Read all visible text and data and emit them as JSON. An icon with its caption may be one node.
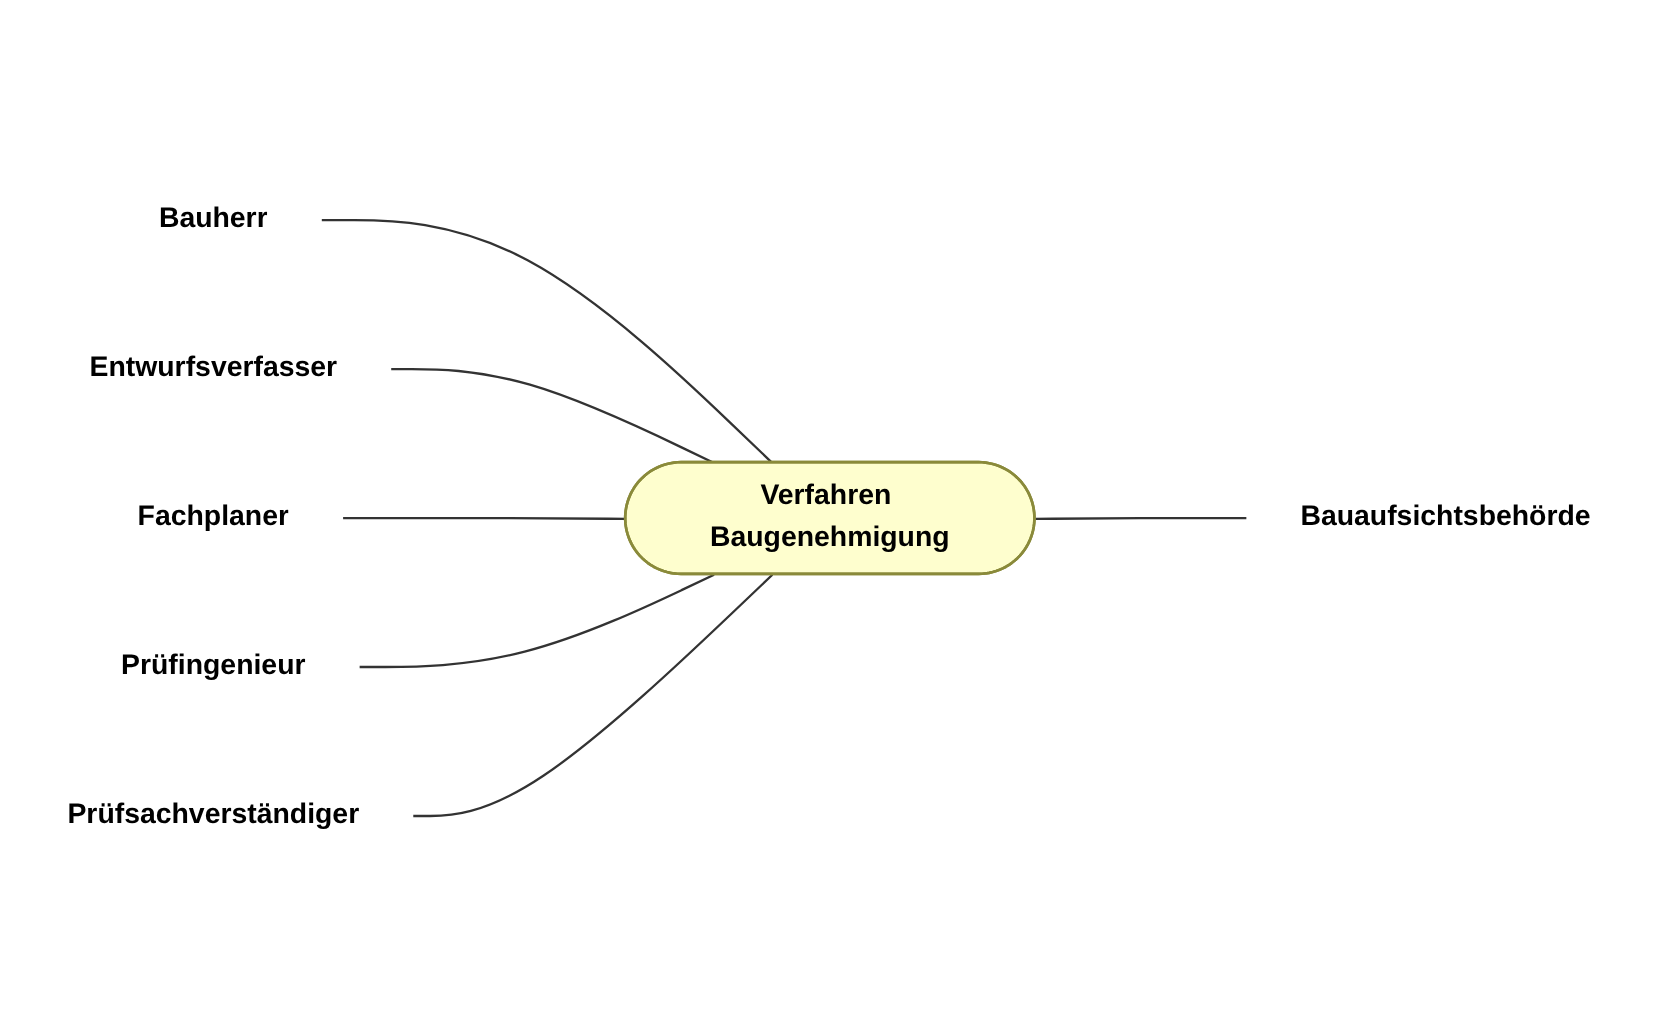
{
  "diagram": {
    "nodes": [
      {
        "text": [
          "Bauherr"
        ]
      },
      {
        "text": [
          "Entwurfsverfasser"
        ]
      },
      {
        "text": [
          "Verfahren Baugenehmigung"
        ]
      },
      {
        "text": [
          "Bauaufsichtsbehörde"
        ]
      },
      {
        "text": [
          "Fachplaner"
        ]
      },
      {
        "text": [
          "Prüfingenieur"
        ]
      },
      {
        "text": [
          "Prüfsachverständiger"
        ]
      }
    ],
    "edges": [
      {
        "from": 0,
        "to": 2,
        "arrow": "none"
      },
      {
        "from": 1,
        "to": 2,
        "arrow": "none"
      },
      {
        "from": 2,
        "to": 3,
        "arrow": "none"
      },
      {
        "from": 4,
        "to": 2,
        "arrow": "none"
      },
      {
        "from": 5,
        "to": 2,
        "arrow": "none"
      },
      {
        "from": 6,
        "to": 2,
        "arrow": "none"
      }
    ]
  }
}
